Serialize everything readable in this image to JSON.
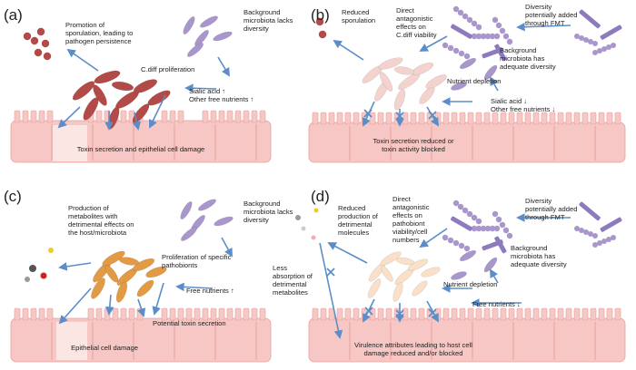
{
  "panels": [
    {
      "label": "(a)",
      "texts": {
        "promotion": [
          "Promotion of",
          "sporulation, leading to",
          "pathogen persistence"
        ],
        "background": [
          "Background",
          "microbiota lacks",
          "diversity"
        ],
        "proliferation": [
          "C.diff proliferation"
        ],
        "nutrients": [
          "Sialic acid ↑",
          "Other free nutrients ↑"
        ],
        "epithelium": [
          "Toxin secretion and epithelial cell damage"
        ]
      }
    },
    {
      "label": "(b)",
      "texts": {
        "sporulation": [
          "Reduced",
          "sporulation"
        ],
        "antagonistic": [
          "Direct",
          "antagonistic",
          "effects on",
          "C.diff viability"
        ],
        "fmt": [
          "Diversity",
          "potentially added",
          "through FMT"
        ],
        "background": [
          "Background",
          "microbiota has",
          "adequate diversity"
        ],
        "depletion": [
          "Nutrient depletion"
        ],
        "nutrients": [
          "Sialic acid ↓",
          "Other free nutrients ↓"
        ],
        "epithelium": [
          "Toxin secretion reduced or",
          "toxin activity blocked"
        ]
      }
    },
    {
      "label": "(c)",
      "texts": {
        "production": [
          "Production of",
          "metabolites with",
          "detrimental effects on",
          "the host/microbiota"
        ],
        "background": [
          "Background",
          "microbiota lacks",
          "diversity"
        ],
        "proliferation": [
          "Proliferation of specific",
          "pathobionts"
        ],
        "nutrients": [
          "Free nutrients ↑"
        ],
        "toxin": [
          "Potential toxin secretion"
        ],
        "epithelium": [
          "Epithelial cell damage"
        ]
      }
    },
    {
      "label": "(d)",
      "texts": {
        "reduced": [
          "Reduced",
          "production of",
          "detrimental",
          "molecules"
        ],
        "antagonistic": [
          "Direct",
          "antagonistic",
          "effects on",
          "pathobiont",
          "viability/cell",
          "numbers"
        ],
        "fmt": [
          "Diversity",
          "potentially added",
          "through FMT"
        ],
        "background": [
          "Background",
          "microbiota has",
          "adequate diversity"
        ],
        "absorption": [
          "Less",
          "absorption of",
          "detrimental",
          "metabolites"
        ],
        "depletion": [
          "Nutrient depletion"
        ],
        "nutrients": [
          "Free nutrients ↓"
        ],
        "epithelium": [
          "Virulence attributes leading to host cell",
          "damage reduced and/or blocked"
        ]
      }
    }
  ],
  "colors": {
    "epithelium": "#f6c7c4",
    "epithelium_edge": "#e6a19c",
    "cdiff": "#b24a47",
    "cdiff_faded": "#f4d3cf",
    "pathobiont": "#e29a45",
    "pathobiont_faded": "#fae0c8",
    "microbiota": "#a896cc",
    "microbiota_dark": "#8e7bbd",
    "arrow": "#5b8ec8"
  }
}
